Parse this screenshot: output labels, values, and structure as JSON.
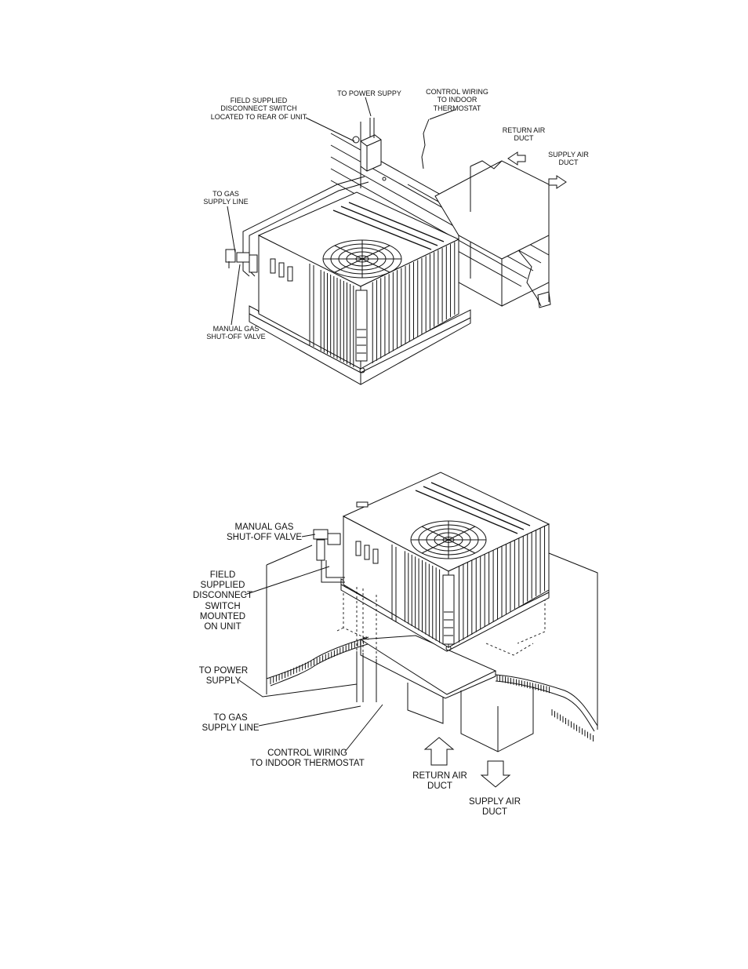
{
  "top_diagram": {
    "labels": {
      "power_supply": "TO POWER SUPPY",
      "control_wiring": "CONTROL WIRING\nTO INDOOR\nTHERMOSTAT",
      "disconnect_switch": "FIELD  SUPPLIED\nDISCONNECT SWITCH\nLOCATED TO REAR OF UNIT",
      "return_air": "RETURN AIR\nDUCT",
      "supply_air": "SUPPLY AIR\nDUCT",
      "gas_supply": "TO GAS\nSUPPLY LINE",
      "gas_valve": "MANUAL GAS\nSHUT-OFF VALVE"
    }
  },
  "bottom_diagram": {
    "labels": {
      "gas_valve": "MANUAL GAS\nSHUT-OFF VALVE",
      "disconnect_switch": "FIELD\nSUPPLIED\nDISCONNECT\nSWITCH\nMOUNTED\nON UNIT",
      "power_supply": "TO POWER\nSUPPLY",
      "gas_supply": "TO GAS\nSUPPLY LINE",
      "control_wiring": "CONTROL WIRING\nTO INDOOR THERMOSTAT",
      "return_air": "RETURN AIR\nDUCT",
      "supply_air": "SUPPLY AIR\nDUCT"
    }
  }
}
